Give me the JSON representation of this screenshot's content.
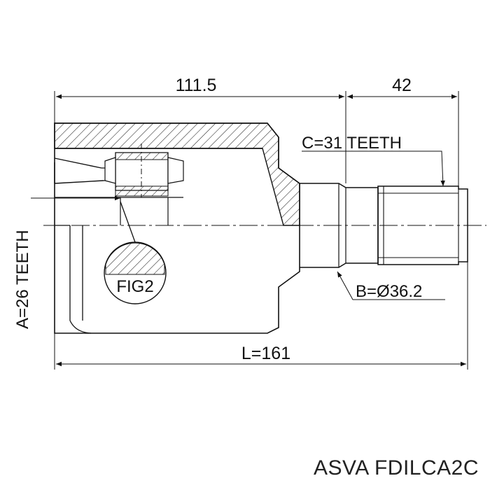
{
  "dimensions": {
    "housing_length": "111.5",
    "shaft_length": "42",
    "overall_length": "L=161"
  },
  "labels": {
    "outer_spline": "C=31 TEETH",
    "inner_spline": "A=26 TEETH",
    "seal_diameter": "B=Ø36.2",
    "detail_ref": "FIG2"
  },
  "caption": {
    "brand": "ASVA",
    "part_number": "FDILCA2C"
  }
}
